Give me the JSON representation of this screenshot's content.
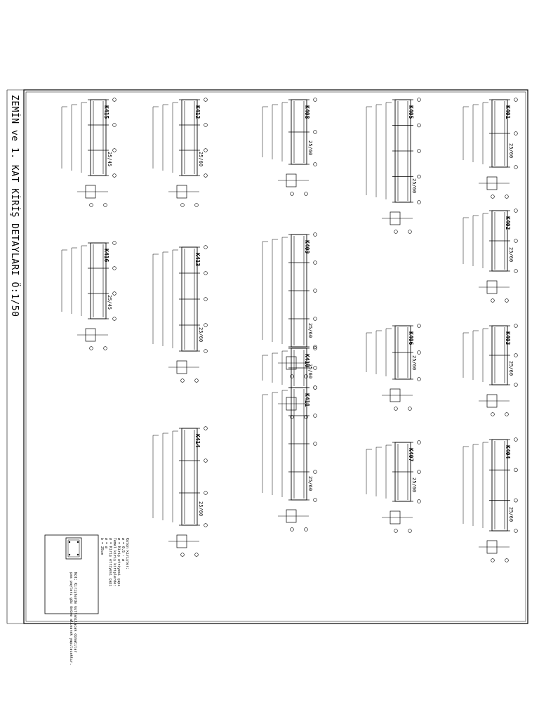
{
  "sheet": {
    "title": "ZEMİN ve 1. KAT KİRİŞ DETAYLARI Ö:1/50"
  },
  "beams": [
    {
      "name": "K415",
      "section": "25/45"
    },
    {
      "name": "K412",
      "section": "25/60"
    },
    {
      "name": "K408",
      "section": "25/60"
    },
    {
      "name": "K405",
      "section": "25/60"
    },
    {
      "name": "K401",
      "section": "25/60"
    },
    {
      "name": "K402",
      "section": "25/60"
    },
    {
      "name": "K416",
      "section": "25/45"
    },
    {
      "name": "K413",
      "section": "25/60"
    },
    {
      "name": "K409",
      "section": "25/60"
    },
    {
      "name": "K406",
      "section": "25/60"
    },
    {
      "name": "K403",
      "section": "25/60"
    },
    {
      "name": "K410",
      "section": "25/60"
    },
    {
      "name": "K411",
      "section": "25/60"
    },
    {
      "name": "K414",
      "section": "25/60"
    },
    {
      "name": "K407",
      "section": "25/60"
    },
    {
      "name": "K404",
      "section": "25/60"
    }
  ],
  "legend": {
    "lines": [
      "Kolon kirişler:",
      "ø = 0.5 · ø",
      "ø = Kiriş etriyesi çapı",
      "Temel kiriş kirişlerde:",
      "ø = Kiriş etriyesi çapı",
      "ø = ø",
      "b = 25cm"
    ]
  },
  "note": {
    "lines": [
      "Not: Kirişlerde kullanılacak donatılar",
      "pas payları göz önüne alınarak yapılacaktır."
    ]
  }
}
